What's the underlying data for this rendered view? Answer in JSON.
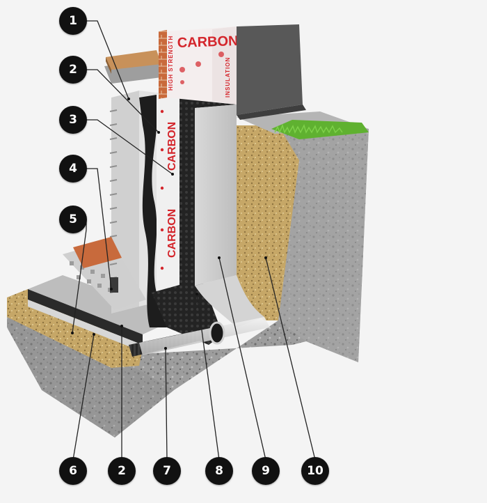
{
  "diagram": {
    "brand_text": "CARBON",
    "board_text_1": "HIGH STRENGTH",
    "board_text_2": "INSULATION",
    "markers": [
      {
        "id": "m1-top",
        "label": "1"
      },
      {
        "id": "m2-top",
        "label": "2"
      },
      {
        "id": "m3",
        "label": "3"
      },
      {
        "id": "m4",
        "label": "4"
      },
      {
        "id": "m5",
        "label": "5"
      },
      {
        "id": "m6",
        "label": "6"
      },
      {
        "id": "m2-bottom",
        "label": "2"
      },
      {
        "id": "m7",
        "label": "7"
      },
      {
        "id": "m8",
        "label": "8"
      },
      {
        "id": "m9",
        "label": "9"
      },
      {
        "id": "m10",
        "label": "10"
      }
    ],
    "colors": {
      "marker": "#111111",
      "brand_red": "#d4262c",
      "concrete": "#c9c9c9",
      "gravel": "#c6a767",
      "grass": "#5fb130",
      "membrane": "#1d1d1d"
    }
  }
}
